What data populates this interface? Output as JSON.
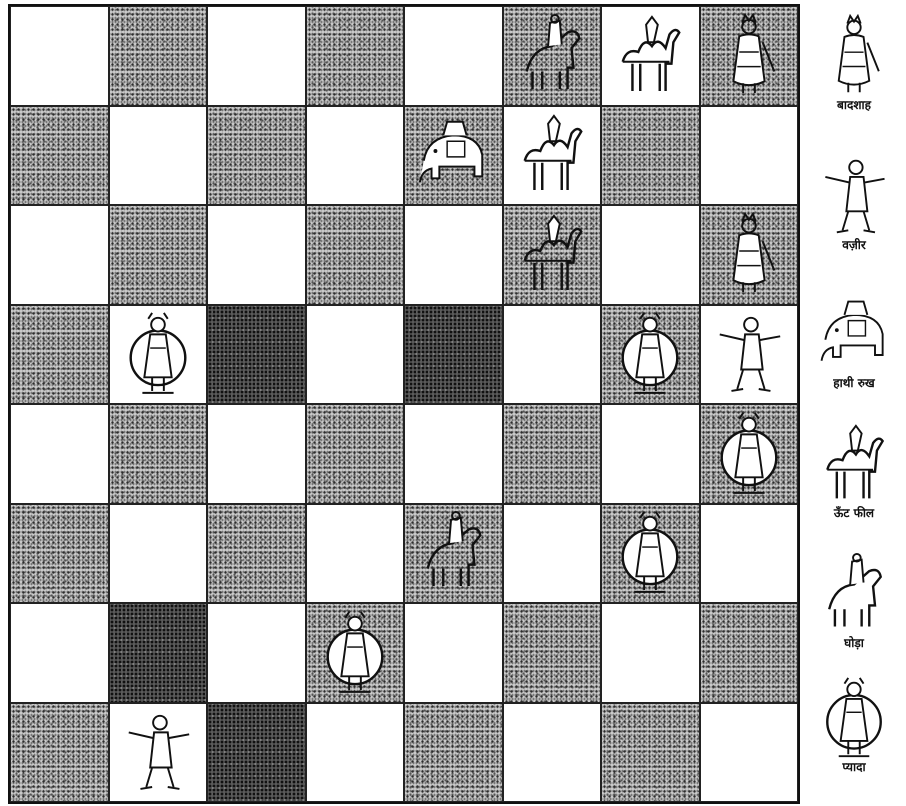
{
  "board": {
    "files": 8,
    "ranks": 8,
    "pieces": [
      {
        "row": 0,
        "col": 5,
        "type": "horse"
      },
      {
        "row": 0,
        "col": 6,
        "type": "camel"
      },
      {
        "row": 0,
        "col": 7,
        "type": "king"
      },
      {
        "row": 1,
        "col": 4,
        "type": "elephant"
      },
      {
        "row": 1,
        "col": 5,
        "type": "camel"
      },
      {
        "row": 2,
        "col": 5,
        "type": "camel"
      },
      {
        "row": 2,
        "col": 7,
        "type": "king"
      },
      {
        "row": 3,
        "col": 1,
        "type": "pawn"
      },
      {
        "row": 3,
        "col": 6,
        "type": "pawn"
      },
      {
        "row": 3,
        "col": 7,
        "type": "minister"
      },
      {
        "row": 4,
        "col": 7,
        "type": "pawn"
      },
      {
        "row": 5,
        "col": 4,
        "type": "horse"
      },
      {
        "row": 5,
        "col": 6,
        "type": "pawn"
      },
      {
        "row": 6,
        "col": 3,
        "type": "pawn"
      },
      {
        "row": 7,
        "col": 1,
        "type": "minister"
      }
    ]
  },
  "legend": [
    {
      "key": "king",
      "label": "बादशाह",
      "icon": "king-icon"
    },
    {
      "key": "minister",
      "label": "वज़ीर",
      "icon": "minister-icon"
    },
    {
      "key": "elephant",
      "label": "हाथी रुख",
      "icon": "elephant-icon"
    },
    {
      "key": "camel",
      "label": "ऊँट फील",
      "icon": "camel-icon"
    },
    {
      "key": "horse",
      "label": "घोड़ा",
      "icon": "horse-icon"
    },
    {
      "key": "pawn",
      "label": "प्यादा",
      "icon": "pawn-icon"
    }
  ],
  "colors": {
    "ink": "#111111",
    "paper": "#ffffff",
    "dark_square": "#c9c9c9"
  }
}
